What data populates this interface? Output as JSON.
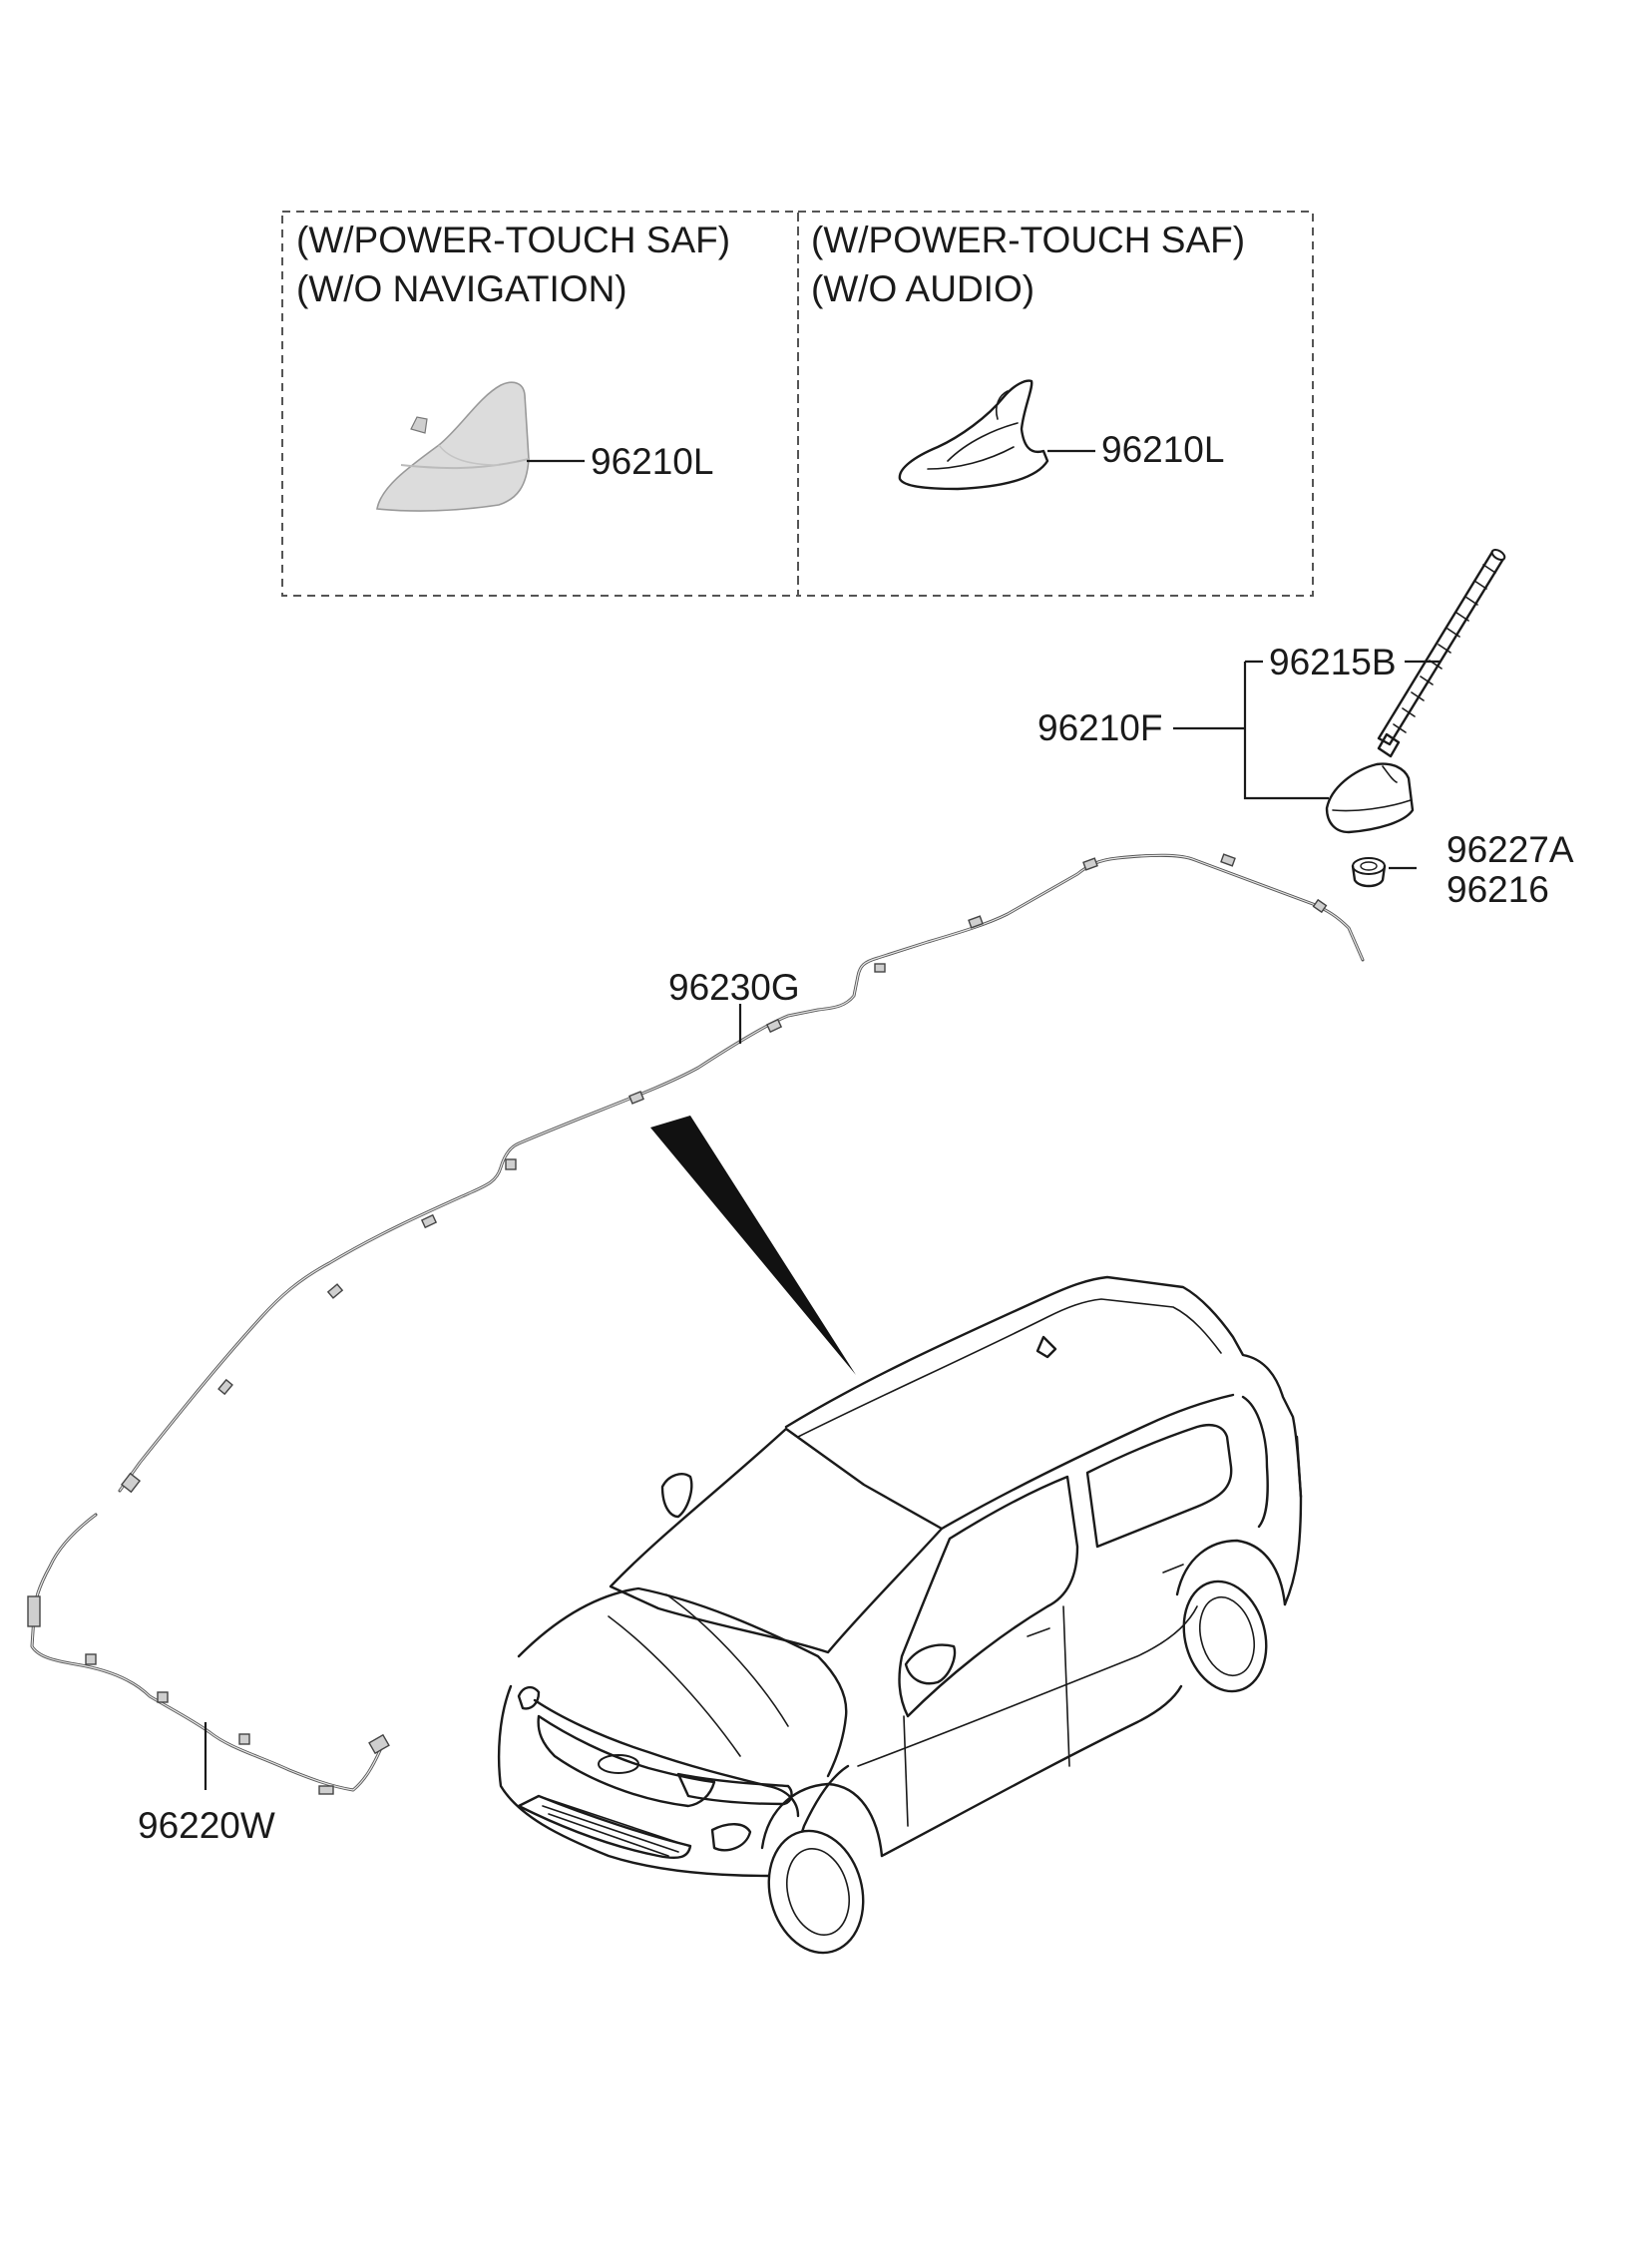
{
  "options": [
    {
      "line1": "(W/POWER-TOUCH SAF)",
      "line2": "(W/O NAVIGATION)",
      "part": "96210L"
    },
    {
      "line1": "(W/POWER-TOUCH SAF)",
      "line2": "(W/O AUDIO)",
      "part": "96210L"
    }
  ],
  "parts": {
    "mast": "96215B",
    "antenna_assy": "96210F",
    "nut": "96227A",
    "gasket": "96216",
    "roof_cable": "96230G",
    "main_cable": "96220W"
  },
  "icons": [
    "shark-fin-antenna-icon",
    "pole-antenna-icon",
    "vehicle-suv-icon",
    "antenna-cable-icon"
  ],
  "colors": {
    "line": "#1a1a1a",
    "shade": "#d9d9d9"
  }
}
